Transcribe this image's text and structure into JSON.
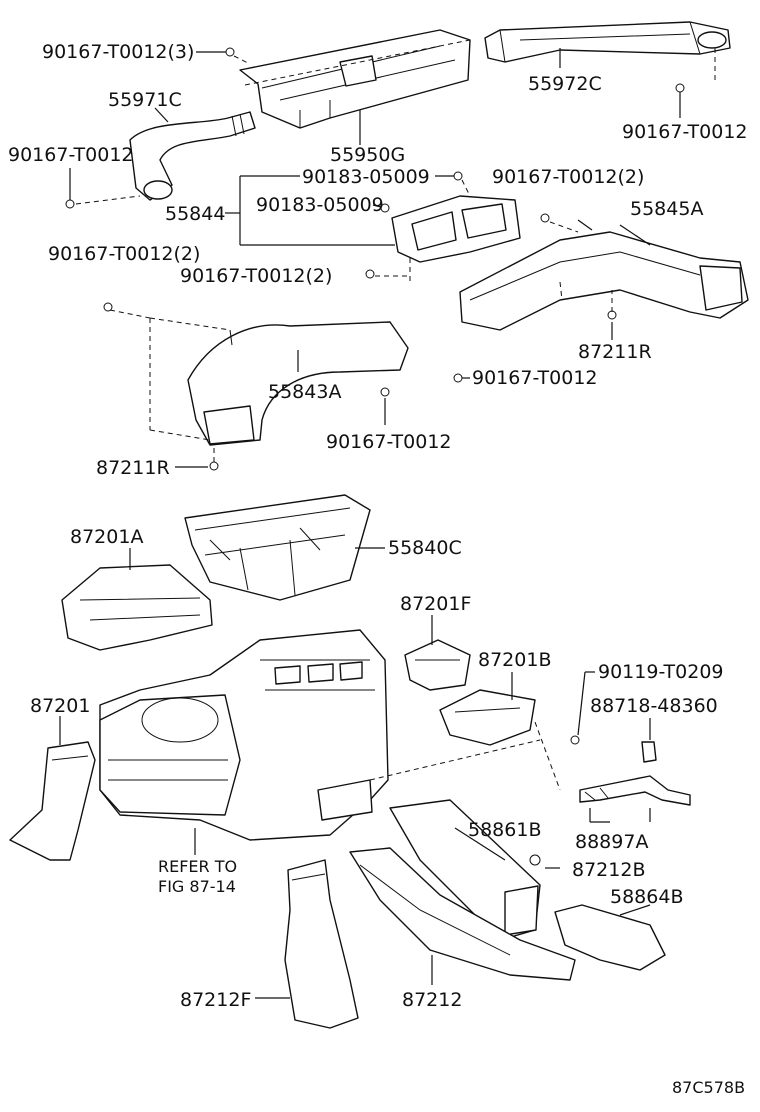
{
  "diagram": {
    "ref_code": "87C578B",
    "refer_note": {
      "line1": "REFER TO",
      "line2": "FIG 87-14"
    },
    "labels": {
      "p90167_t0012_3": "90167-T0012(3)",
      "p55972c": "55972C",
      "p55971c": "55971C",
      "p90167_t0012_right": "90167-T0012",
      "p90167_t0012_left": "90167-T0012",
      "p55950g": "55950G",
      "p90183_05009_a": "90183-05009",
      "p90167_t0012_2_a": "90167-T0012(2)",
      "p55844": "55844",
      "p90183_05009_b": "90183-05009",
      "p55845a": "55845A",
      "p90167_t0012_2_b": "90167-T0012(2)",
      "p90167_t0012_2_c": "90167-T0012(2)",
      "p87211r_right": "87211R",
      "p90167_t0012_mid": "90167-T0012",
      "p55843a": "55843A",
      "p90167_t0012_low": "90167-T0012",
      "p87211r_left": "87211R",
      "p87201a": "87201A",
      "p55840c": "55840C",
      "p87201f": "87201F",
      "p87201b": "87201B",
      "p90119_t0209": "90119-T0209",
      "p88718_48360": "88718-48360",
      "p87201": "87201",
      "p58861b": "58861B",
      "p88897a": "88897A",
      "p87212b": "87212B",
      "p58864b": "58864B",
      "p87212f": "87212F",
      "p87212": "87212"
    }
  }
}
